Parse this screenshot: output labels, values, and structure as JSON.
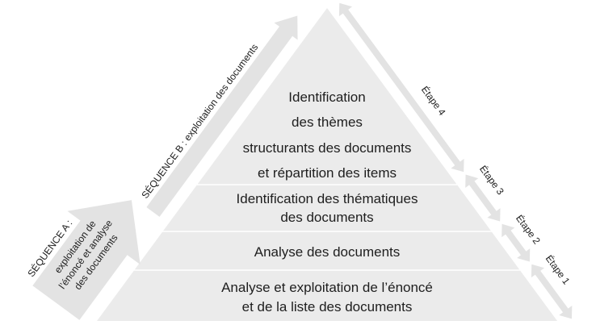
{
  "colors": {
    "shape": "#ebebeb",
    "arrow": "#e3e3e3",
    "text": "#1e1e1e"
  },
  "pyramid": {
    "level4": [
      "Identification",
      "des thèmes",
      "structurants des documents",
      "et répartition des items"
    ],
    "level3": [
      "Identification des thématiques",
      "des documents"
    ],
    "level2": [
      "Analyse des documents"
    ],
    "level1": [
      "Analyse et exploitation de l’énoncé",
      "et de la liste des documents"
    ]
  },
  "sequence_a": {
    "title": "SÉQUENCE A :",
    "lines": [
      "exploitation de",
      "l’énoncé et analyse",
      "des documents"
    ]
  },
  "sequence_b": {
    "label": "SÉQUENCE B :  exploitation des documents"
  },
  "steps": [
    "Étape 4",
    "Étape 3",
    "Étape 2",
    "Étape 1"
  ]
}
